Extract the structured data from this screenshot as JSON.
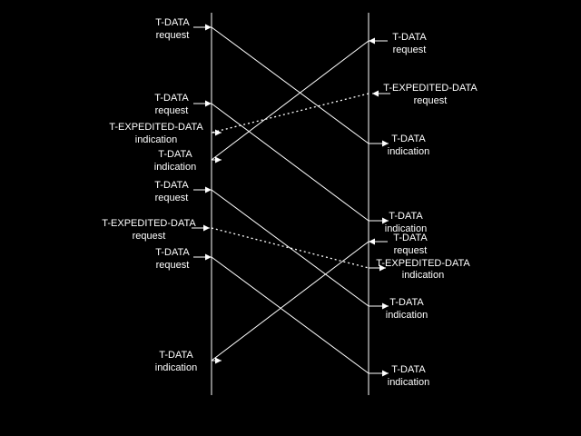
{
  "colors": {
    "background": "#000000",
    "foreground": "#ffffff"
  },
  "labels": [
    {
      "id": "l1",
      "l1": "T-DATA",
      "l2": "request"
    },
    {
      "id": "l2",
      "l1": "T-DATA",
      "l2": "request"
    },
    {
      "id": "l3",
      "l1": "T-EXPEDITED-DATA",
      "l2": "indication"
    },
    {
      "id": "l4",
      "l1": "T-DATA",
      "l2": "indication"
    },
    {
      "id": "l5",
      "l1": "T-DATA",
      "l2": "request"
    },
    {
      "id": "l6",
      "l1": "T-EXPEDITED-DATA",
      "l2": "request"
    },
    {
      "id": "l7",
      "l1": "T-DATA",
      "l2": "request"
    },
    {
      "id": "l8",
      "l1": "T-DATA",
      "l2": "indication"
    },
    {
      "id": "r1",
      "l1": "T-DATA",
      "l2": "request"
    },
    {
      "id": "r2",
      "l1": "T-EXPEDITED-DATA",
      "l2": "request"
    },
    {
      "id": "r3",
      "l1": "T-DATA",
      "l2": "indication"
    },
    {
      "id": "r4",
      "l1": "T-DATA",
      "l2": "indication"
    },
    {
      "id": "r5",
      "l1": "T-DATA",
      "l2": "request"
    },
    {
      "id": "r6",
      "l1": "T-EXPEDITED-DATA",
      "l2": "indication"
    },
    {
      "id": "r7",
      "l1": "T-DATA",
      "l2": "indication"
    },
    {
      "id": "r8",
      "l1": "T-DATA",
      "l2": "indication"
    }
  ]
}
